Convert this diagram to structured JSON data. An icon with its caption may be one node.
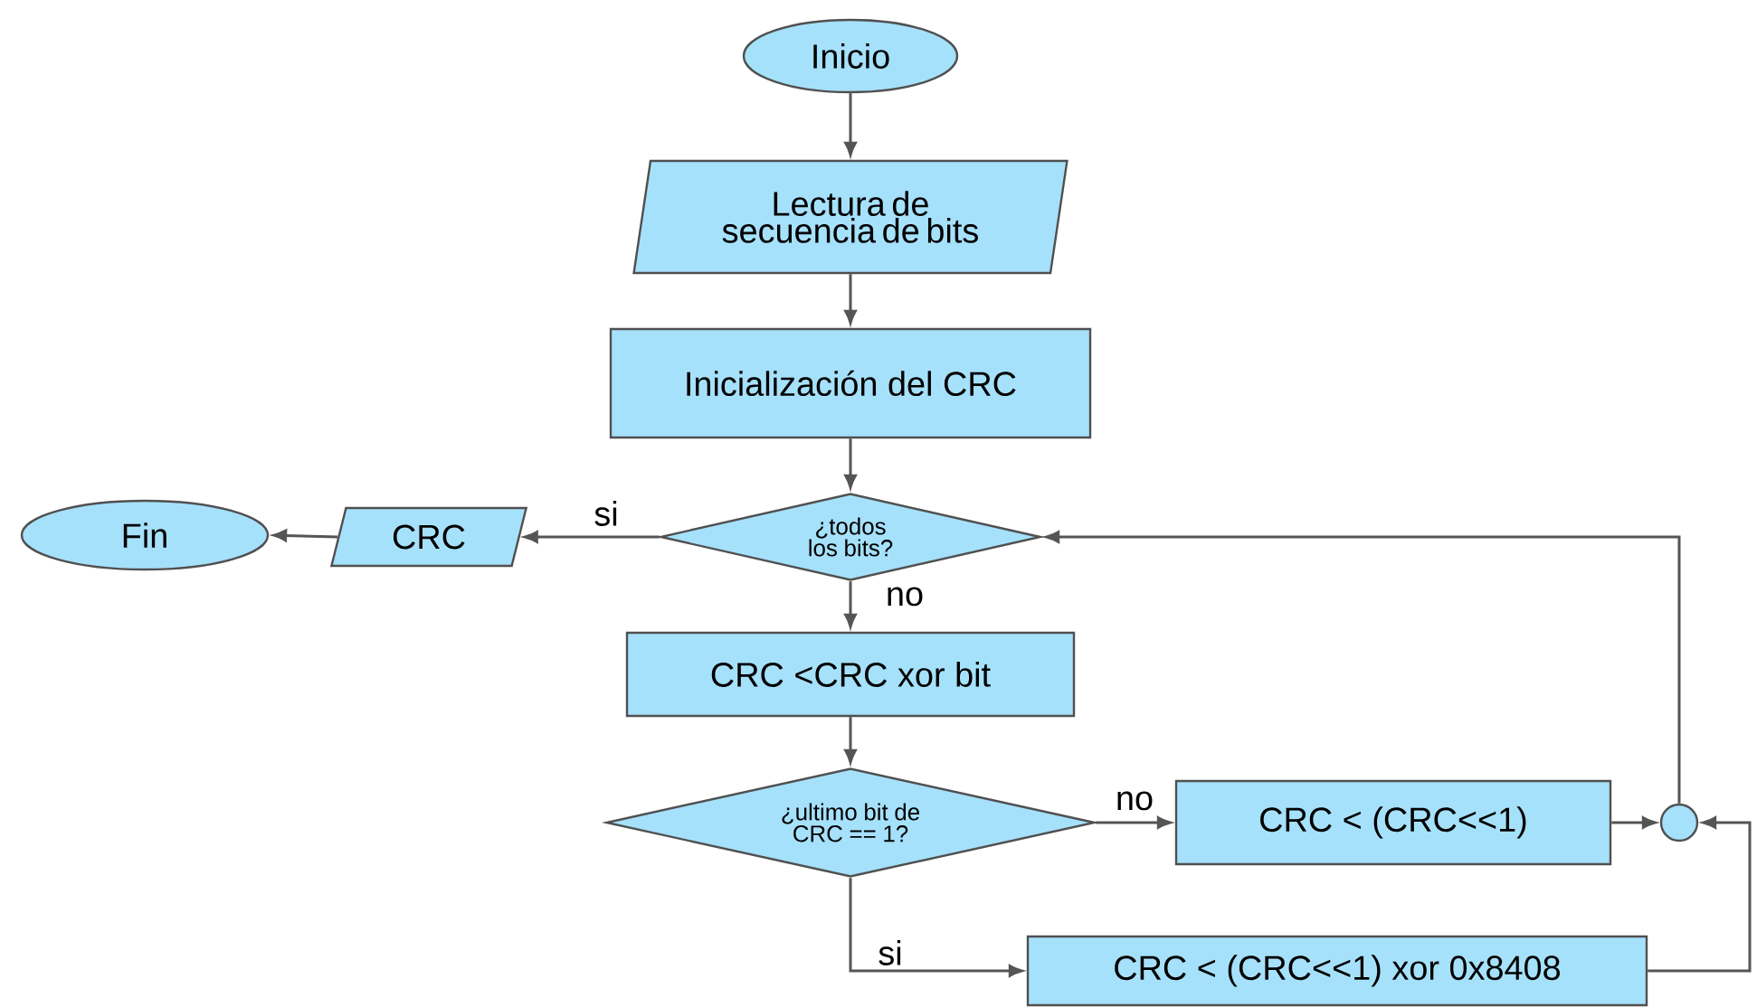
{
  "diagram": {
    "nodes": [
      {
        "text": [
          "Inicio"
        ]
      },
      {
        "text": [
          "Lectura de secuencia de bits"
        ]
      },
      {
        "text": [
          "Inicialización del CRC"
        ]
      },
      {
        "text": [
          "¿todos los bits?"
        ]
      },
      {
        "text": [
          "CRC"
        ]
      },
      {
        "text": [
          "Fin"
        ]
      },
      {
        "text": [
          "CRC <CRC xor bit"
        ]
      },
      {
        "text": [
          "¿ultimo bit de CRC == 1?"
        ]
      },
      {
        "text": [
          "CRC < (CRC<<1)"
        ]
      },
      {
        "text": [],
        "shape": "circle"
      },
      {
        "text": [
          "CRC < (CRC<<1) xor 0x8408"
        ]
      }
    ],
    "edges": [
      {
        "from": 0,
        "to": 1,
        "arrow": "to"
      },
      {
        "from": 1,
        "to": 2,
        "arrow": "to"
      },
      {
        "from": 2,
        "to": 3,
        "arrow": "to"
      },
      {
        "from": 3,
        "to": 4,
        "arrow": "to",
        "label": "si"
      },
      {
        "from": 4,
        "to": 5,
        "arrow": "to"
      },
      {
        "from": 3,
        "to": 6,
        "arrow": "to",
        "label": "no"
      },
      {
        "from": 6,
        "to": 7,
        "arrow": "to"
      },
      {
        "from": 7,
        "to": 8,
        "arrow": "to",
        "label": "no"
      },
      {
        "from": 7,
        "to": 10,
        "arrow": "to",
        "label": "si"
      },
      {
        "from": 8,
        "to": 9,
        "arrow": "to"
      },
      {
        "from": 10,
        "to": 9,
        "arrow": "to"
      },
      {
        "from": 9,
        "to": 3,
        "arrow": "to"
      }
    ]
  }
}
